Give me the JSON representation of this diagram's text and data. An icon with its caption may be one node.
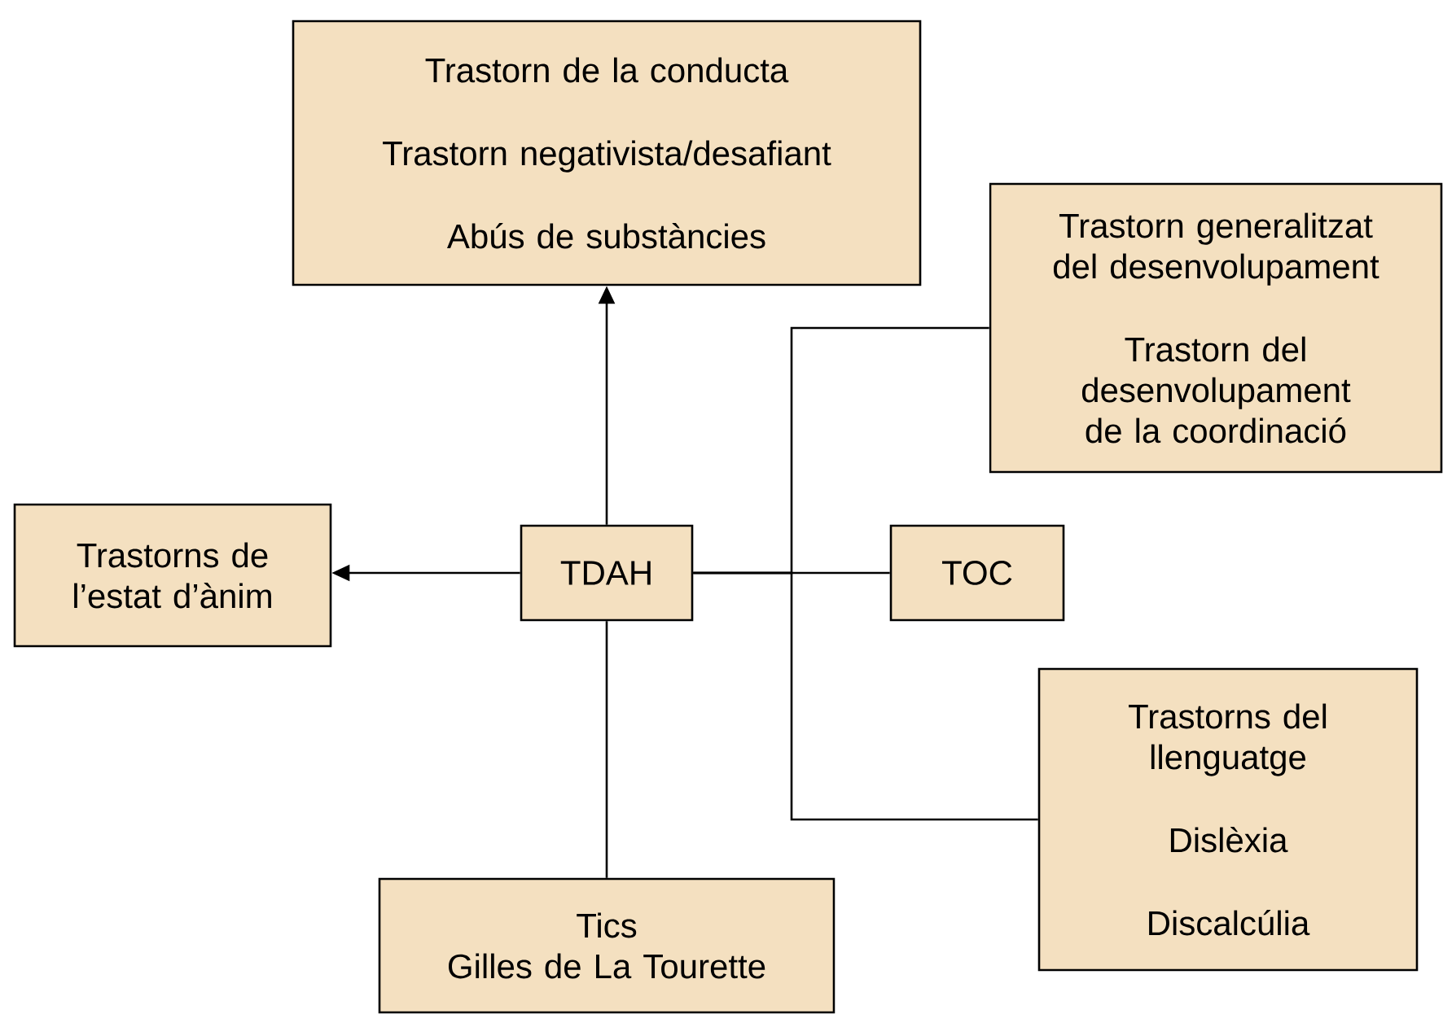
{
  "diagram": {
    "nodes": [
      {
        "text": [
          "Trastorn de la conducta",
          "Trastorn negativista/desafiant",
          "Abús de substàncies"
        ]
      },
      {
        "text": [
          "Trastorn generalitzat del desenvolupament",
          "Trastorn del desenvolupament de la coordinació"
        ]
      },
      {
        "text": [
          "Trastorns de l’estat d’ànim"
        ]
      },
      {
        "text": [
          "TDAH"
        ]
      },
      {
        "text": [
          "TOC"
        ]
      },
      {
        "text": [
          "Trastorns del llenguatge",
          "Dislèxia",
          "Discalcúlia"
        ]
      },
      {
        "text": [
          "Tics",
          "Gilles de La Tourette"
        ]
      }
    ],
    "edges": [
      {
        "from": 3,
        "to": 0,
        "arrow": "to"
      },
      {
        "from": 3,
        "to": 2,
        "arrow": "to"
      },
      {
        "from": 3,
        "to": 6,
        "arrow": "none"
      },
      {
        "from": 3,
        "to": 4,
        "arrow": "none"
      },
      {
        "from": 3,
        "to": 1,
        "arrow": "none"
      },
      {
        "from": 3,
        "to": 5,
        "arrow": "none"
      }
    ]
  }
}
